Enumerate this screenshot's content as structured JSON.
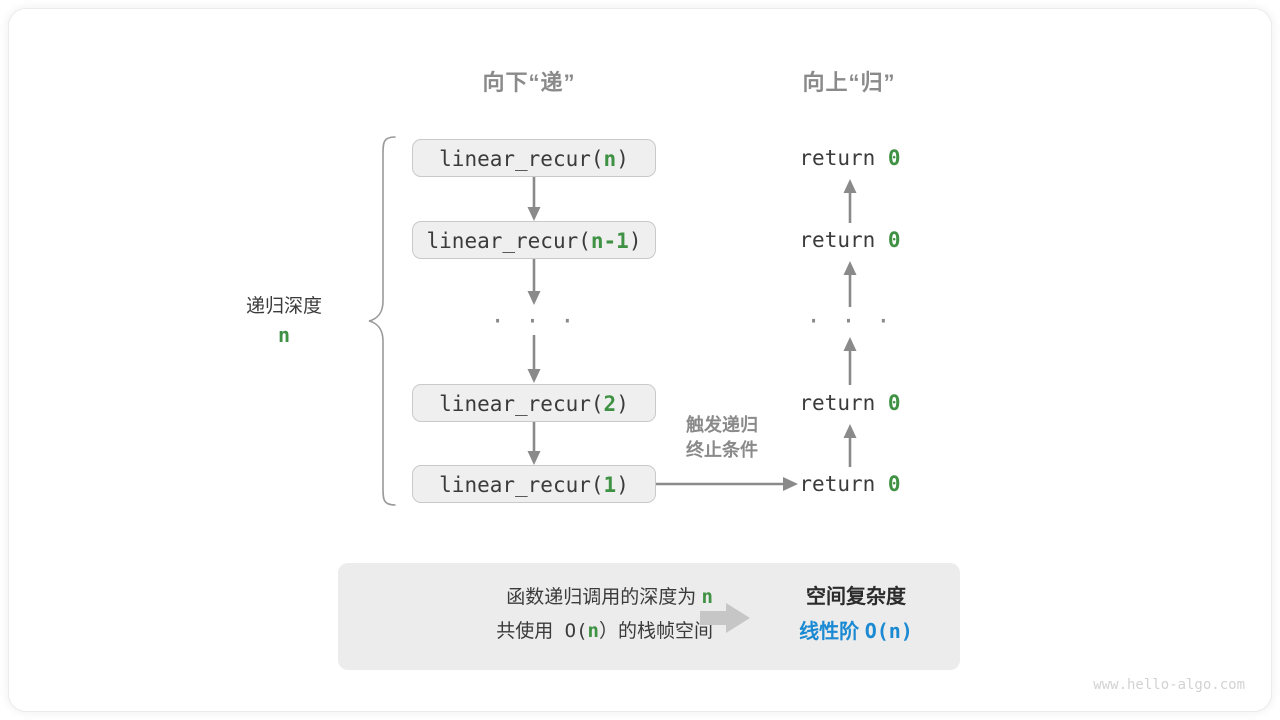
{
  "diagram": {
    "headers": {
      "down": "向下“递”",
      "up": "向上“归”"
    },
    "depth_label": {
      "text": "递归深度",
      "value": "n"
    },
    "call_frames": [
      {
        "prefix": "linear_recur(",
        "arg": "n",
        "suffix": ")"
      },
      {
        "prefix": "linear_recur(",
        "arg": "n-1",
        "suffix": ")"
      },
      {
        "prefix": "linear_recur(",
        "arg": "2",
        "suffix": ")"
      },
      {
        "prefix": "linear_recur(",
        "arg": "1",
        "suffix": ")"
      }
    ],
    "returns": [
      {
        "keyword": "return",
        "value": "0"
      },
      {
        "keyword": "return",
        "value": "0"
      },
      {
        "keyword": "return",
        "value": "0"
      },
      {
        "keyword": "return",
        "value": "0"
      }
    ],
    "ellipsis": "· · ·",
    "trigger_note": {
      "line1": "触发递归",
      "line2": "终止条件"
    },
    "summary": {
      "left_line1_pre": "函数递归调用的深度为 ",
      "left_line1_var": "n",
      "left_line2_pre": "共使用 O(",
      "left_line2_var": "n",
      "left_line2_post": "）的栈帧空间",
      "arrow_icon": "right-block-arrow-icon",
      "right_title": "空间复杂度",
      "right_result_label": "线性阶 ",
      "right_result_value": "O(n)"
    },
    "watermark": "www.hello-algo.com",
    "colors": {
      "accent_green": "#3f9144",
      "accent_blue": "#1b8ad3",
      "stroke_gray": "#8a8a8a",
      "box_fill": "#efefef",
      "panel_fill": "#ececec"
    }
  }
}
